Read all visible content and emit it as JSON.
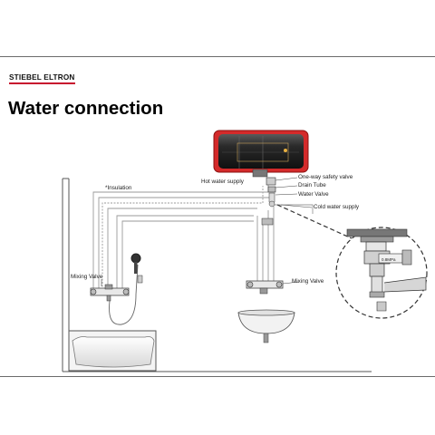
{
  "brand": "STIEBEL ELTRON",
  "title": "Water connection",
  "labels": {
    "insulation": "*Insulation",
    "hot_water_supply": "Hot water supply",
    "one_way_valve": "One-way safety valve",
    "drain_tube": "Drain Tube",
    "water_valve": "Water Valve",
    "cold_water_supply": "Cold water supply",
    "mixing_valve_left": "Mixing Valve",
    "mixing_valve_right": "Mixing Valve"
  },
  "colors": {
    "heater_frame": "#d42a2a",
    "heater_tank": "#222222",
    "pipe": "#999999"
  }
}
